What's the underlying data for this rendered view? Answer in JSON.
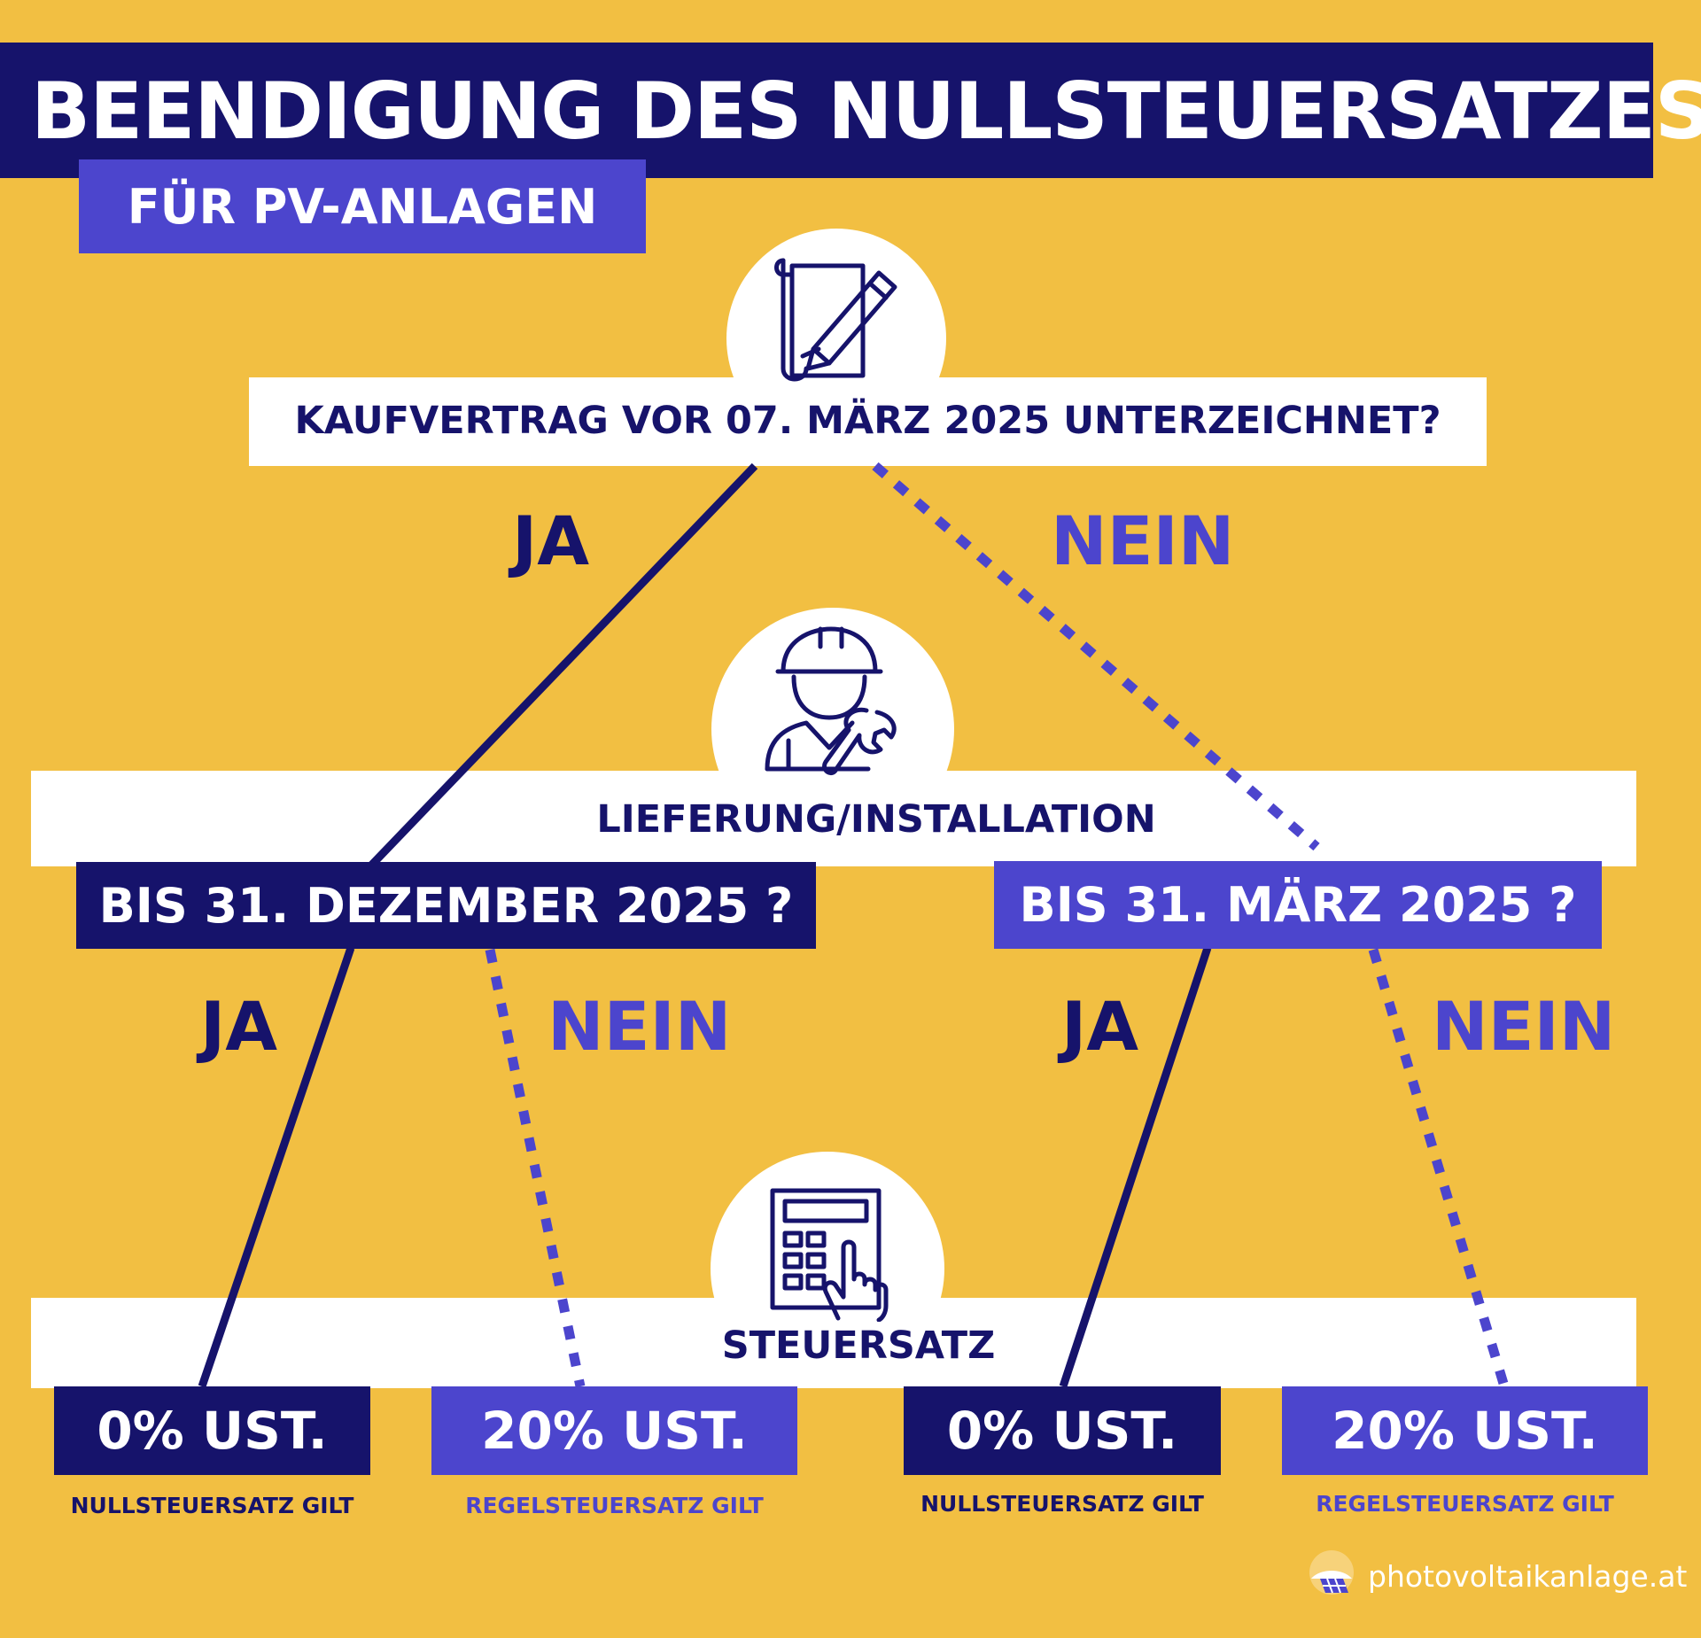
{
  "header": {
    "title": "BEENDIGUNG DES NULLSTEUERSATZES",
    "subtitle": "FÜR PV-ANLAGEN"
  },
  "question1": {
    "text": "KAUFVERTRAG VOR 07. MÄRZ 2025 UNTERZEICHNET?",
    "icon": "contract-signing-icon",
    "yes_label": "JA",
    "no_label": "NEIN"
  },
  "question2": {
    "text": "LIEFERUNG/INSTALLATION",
    "icon": "worker-wrench-icon",
    "left_deadline": "BIS 31. DEZEMBER 2025 ?",
    "right_deadline": "BIS 31. MÄRZ 2025 ?",
    "left_yes": "JA",
    "left_no": "NEIN",
    "right_yes": "JA",
    "right_no": "NEIN"
  },
  "question3": {
    "text": "STEUERSATZ",
    "icon": "calculator-hand-icon"
  },
  "outcomes": [
    {
      "rate": "0% UST.",
      "note": "NULLSTEUERSATZ GILT",
      "style": "dark"
    },
    {
      "rate": "20% UST.",
      "note": "REGELSTEUERSATZ GILT",
      "style": "violet"
    },
    {
      "rate": "0% UST.",
      "note": "NULLSTEUERSATZ GILT",
      "style": "dark"
    },
    {
      "rate": "20% UST.",
      "note": "REGELSTEUERSATZ GILT",
      "style": "violet"
    }
  ],
  "colors": {
    "background": "#f2bf42",
    "navy": "#16136b",
    "violet": "#4c45cd",
    "white": "#ffffff"
  },
  "footer": {
    "brand": "photovoltaikanlage.at",
    "icon": "photovoltaik-logo-icon"
  }
}
